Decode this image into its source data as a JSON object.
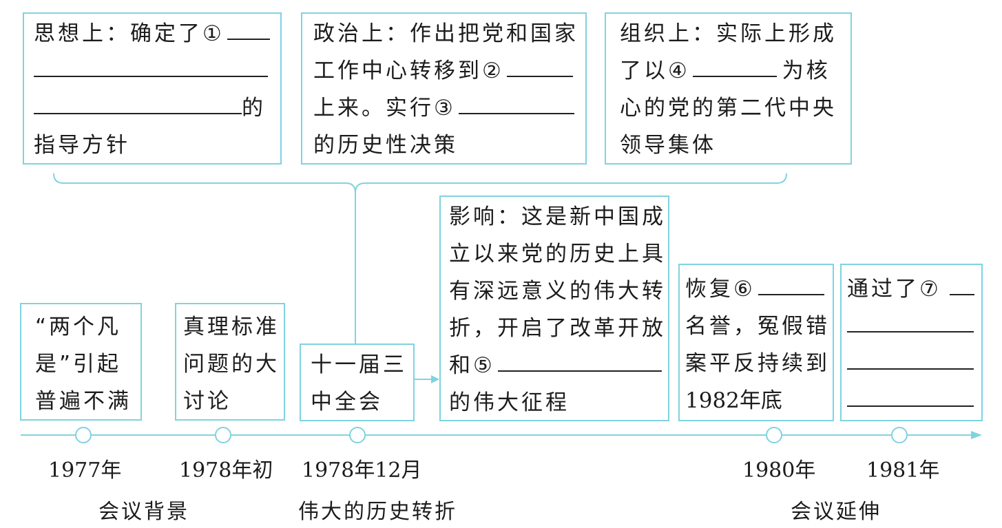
{
  "top_boxes": {
    "thought": {
      "l1": "思想上：确定了①",
      "l3_end": "的",
      "l4": "指导方针"
    },
    "politics": {
      "l1": "政治上：作出把党和国家",
      "l2": "工作中心转移到②",
      "l3": "上来。实行③",
      "l4": "的历史性决策"
    },
    "organization": {
      "l1": "组织上：实际上形成",
      "l2a": "了以④",
      "l2b": "为核",
      "l3": "心的党的第二代中央",
      "l4": "领导集体"
    }
  },
  "impact_box": {
    "l1": "影响：这是新中国成",
    "l2": "立以来党的历史上具",
    "l3": "有深远意义的伟大转",
    "l4": "折，开启了改革开放",
    "l5": "和⑤",
    "l6": "的伟大征程"
  },
  "bottom_boxes": {
    "two_whatevers": {
      "l1": "“两个凡",
      "l2": "是”引起",
      "l3": "普遍不满"
    },
    "truth_debate": {
      "l1": "真理标准",
      "l2": "问题的大",
      "l3": "讨论"
    },
    "plenum": {
      "l1": "十一届三",
      "l2": "中全会"
    },
    "restore": {
      "l1": "恢复⑥",
      "l2": "名誉，冤假错",
      "l3": "案平反持续到",
      "l4": "1982年底"
    },
    "passed": {
      "l1": "通过了⑦"
    }
  },
  "timeline": {
    "years": [
      "1977年",
      "1978年初",
      "1978年12月",
      "1980年",
      "1981年"
    ]
  },
  "sections": {
    "background": "会议背景",
    "turning_point": "伟大的历史转折",
    "extension": "会议延伸"
  },
  "colors": {
    "accent": "#7fd3df",
    "text": "#1c1c1c"
  }
}
